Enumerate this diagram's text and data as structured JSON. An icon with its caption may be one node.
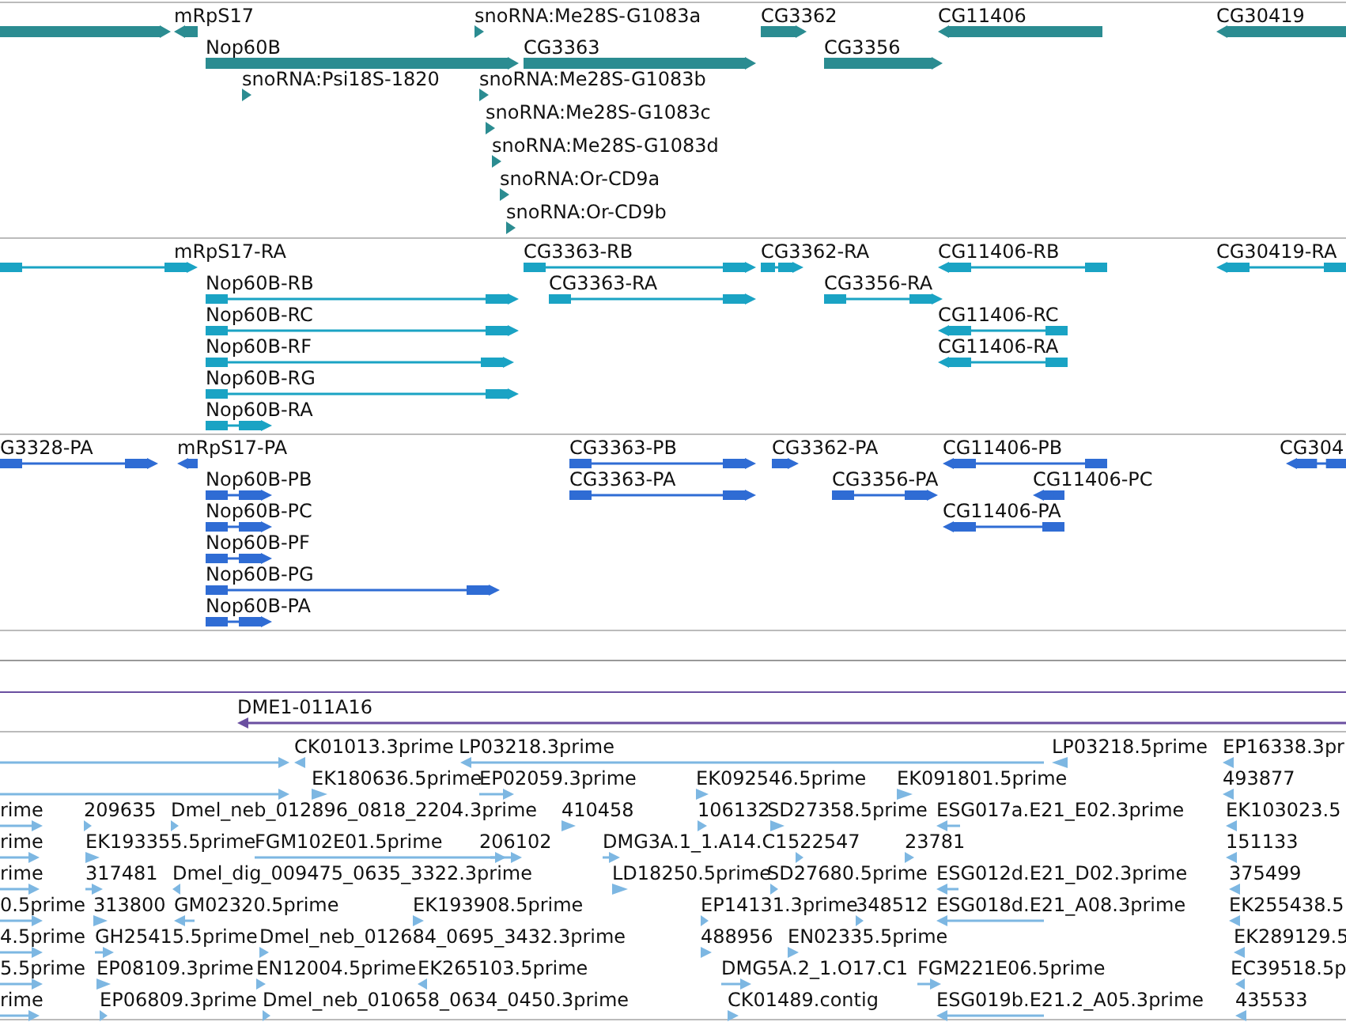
{
  "diagram": {
    "labels": [
      "mRpS17",
      "snoRNA:Me28S-G1083a",
      "CG3362",
      "CG11406",
      "CG30419",
      "Nop60B",
      "CG3363",
      "CG3356",
      "snoRNA:Psi18S-1820",
      "snoRNA:Me28S-G1083b",
      "snoRNA:Me28S-G1083c",
      "snoRNA:Me28S-G1083d",
      "snoRNA:Or-CD9a",
      "snoRNA:Or-CD9b",
      "mRpS17-RA",
      "CG3363-RB",
      "CG3362-RA",
      "CG11406-RB",
      "CG30419-RA",
      "Nop60B-RB",
      "CG3363-RA",
      "CG3356-RA",
      "Nop60B-RC",
      "CG11406-RC",
      "Nop60B-RF",
      "CG11406-RA",
      "Nop60B-RG",
      "Nop60B-RA",
      "G3328-PA",
      "mRpS17-PA",
      "CG3363-PB",
      "CG3362-PA",
      "CG11406-PB",
      "CG304",
      "Nop60B-PB",
      "CG3363-PA",
      "CG3356-PA",
      "CG11406-PC",
      "Nop60B-PC",
      "CG11406-PA",
      "Nop60B-PF",
      "Nop60B-PG",
      "Nop60B-PA",
      "DME1-011A16",
      "CK01013.3prime",
      "LP03218.3prime",
      "LP03218.5prime",
      "EP16338.3pr",
      "EK180636.5prime",
      "EP02059.3prime",
      "EK092546.5prime",
      "EK091801.5prime",
      "493877",
      "rime",
      "209635",
      "Dmel_neb_012896_0818_2204.3prime",
      "410458",
      "106132",
      "SD27358.5prime",
      "ESG017a.E21_E02.3prime",
      "EK103023.5",
      "rime",
      "EK193355.5prime",
      "FGM102E01.5prime",
      "206102",
      "DMG3A.1_1.A14.C1",
      "522547",
      "23781",
      "151133",
      "rime",
      "317481",
      "Dmel_dig_009475_0635_3322.3prime",
      "LD18250.5prime",
      "SD27680.5prime",
      "ESG012d.E21_D02.3prime",
      "375499",
      "0.5prime",
      "313800",
      "GM02320.5prime",
      "EK193908.5prime",
      "EP14131.3prime",
      "348512",
      "ESG018d.E21_A08.3prime",
      "EK255438.5",
      "4.5prime",
      "GH25415.5prime",
      "Dmel_neb_012684_0695_3432.3prime",
      "488956",
      "EN02335.5prime",
      "EK289129.5",
      "5.5prime",
      "EP08109.3prime",
      "EN12004.5prime",
      "EK265103.5prime",
      "DMG5A.2_1.O17.C1",
      "FGM221E06.5prime",
      "EC39518.5p",
      "rime",
      "EP06809.3prime",
      "Dmel_neb_010658_0634_0450.3prime",
      "CK01489.contig",
      "ESG019b.E21.2_A05.3prime",
      "435533"
    ]
  }
}
